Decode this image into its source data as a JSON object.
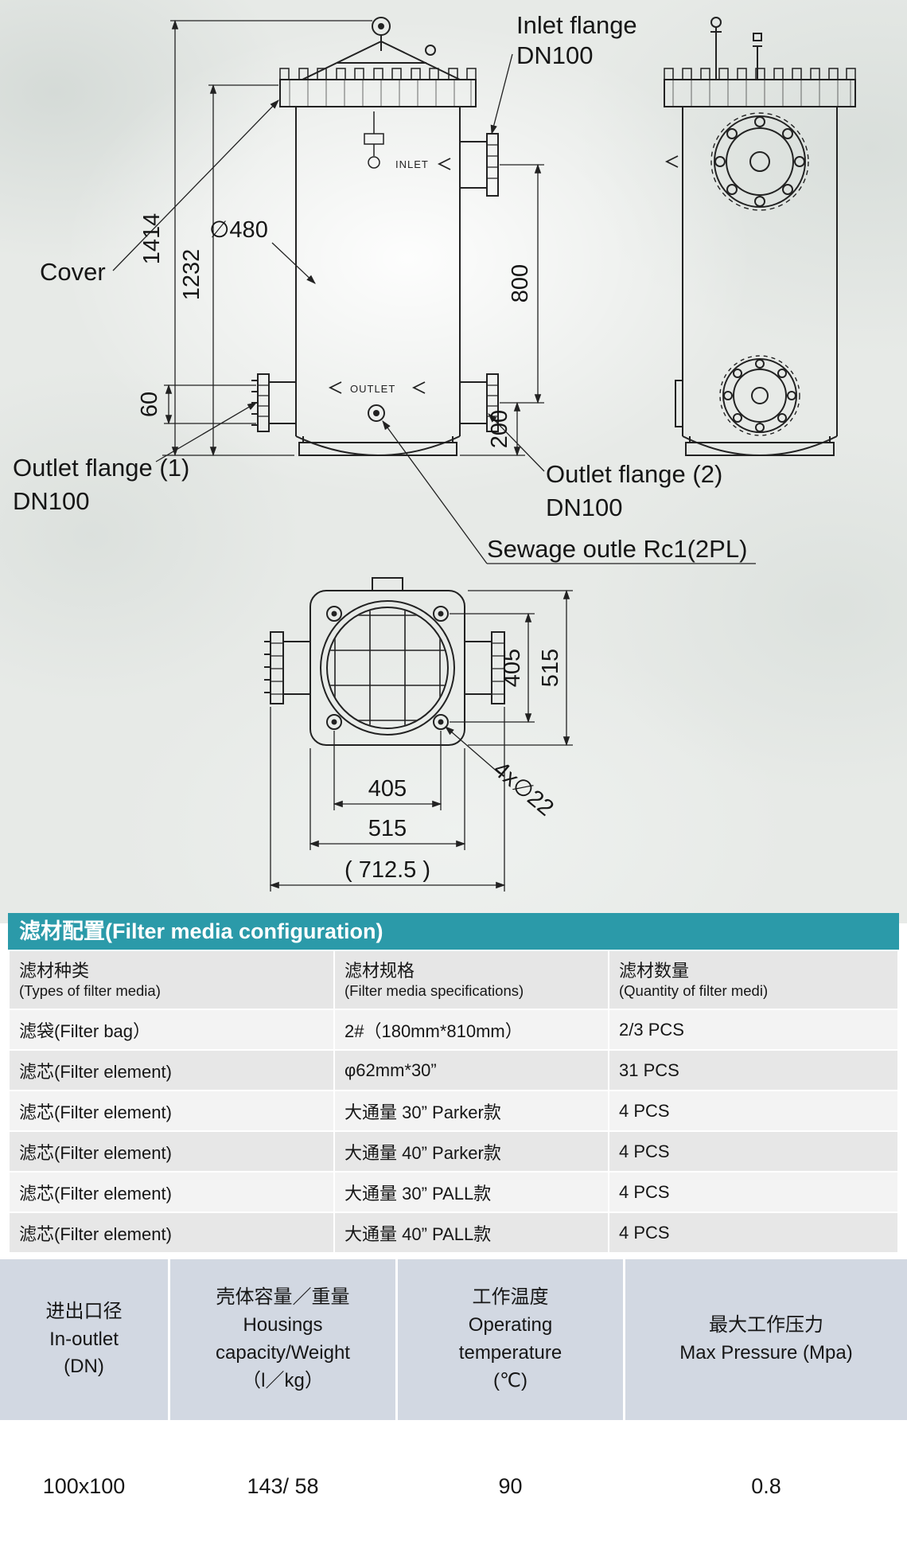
{
  "drawing": {
    "labels": {
      "inlet_flange": "Inlet flange",
      "inlet_flange_dn": "DN100",
      "cover": "Cover",
      "outlet_flange_1": "Outlet flange (1)",
      "outlet_flange_1_dn": "DN100",
      "outlet_flange_2": "Outlet flange (2)",
      "outlet_flange_2_dn": "DN100",
      "sewage": "Sewage outle  Rc1(2PL)",
      "inlet_mark": "INLET",
      "outlet_mark": "OUTLET"
    },
    "dims": {
      "d1414": "1414",
      "d1232": "1232",
      "d480": "∅480",
      "d800": "800",
      "d60": "60",
      "d200": "200",
      "bv405r": "405",
      "bv515r": "515",
      "bv405b": "405",
      "bv515b": "515",
      "bv712": "( 712.5 )",
      "bv_holes": "4x∅22"
    }
  },
  "media_table": {
    "title": "滤材配置(Filter media configuration)",
    "headers": [
      {
        "zh": "滤材种类",
        "en": "(Types of filter media)"
      },
      {
        "zh": "滤材规格",
        "en": "(Filter media specifications)"
      },
      {
        "zh": "滤材数量",
        "en": "(Quantity of filter medi)"
      }
    ],
    "rows": [
      [
        "滤袋(Filter bag）",
        "2#（180mm*810mm）",
        "2/3 PCS"
      ],
      [
        "滤芯(Filter element)",
        "φ62mm*30”",
        "31 PCS"
      ],
      [
        "滤芯(Filter element)",
        "大通量 30”  Parker款",
        "4 PCS"
      ],
      [
        "滤芯(Filter element)",
        "大通量 40”  Parker款",
        "4 PCS"
      ],
      [
        "滤芯(Filter element)",
        "大通量 30”  PALL款",
        "4 PCS"
      ],
      [
        "滤芯(Filter element)",
        "大通量 40”  PALL款",
        "4 PCS"
      ]
    ]
  },
  "spec_table": {
    "headers": [
      "进出口径\nIn-outlet\n(DN)",
      "壳体容量／重量\nHousings\ncapacity/Weight\n（l／kg）",
      "工作温度\nOperating\ntemperature\n(℃)",
      "最大工作压力\nMax  Pressure (Mpa)"
    ],
    "values": [
      "100x100",
      "143/ 58",
      "90",
      "0.8"
    ]
  },
  "colors": {
    "accent_teal": "#2b9aa9",
    "spec_header_bg": "#d2d8e2",
    "line": "#222222"
  }
}
